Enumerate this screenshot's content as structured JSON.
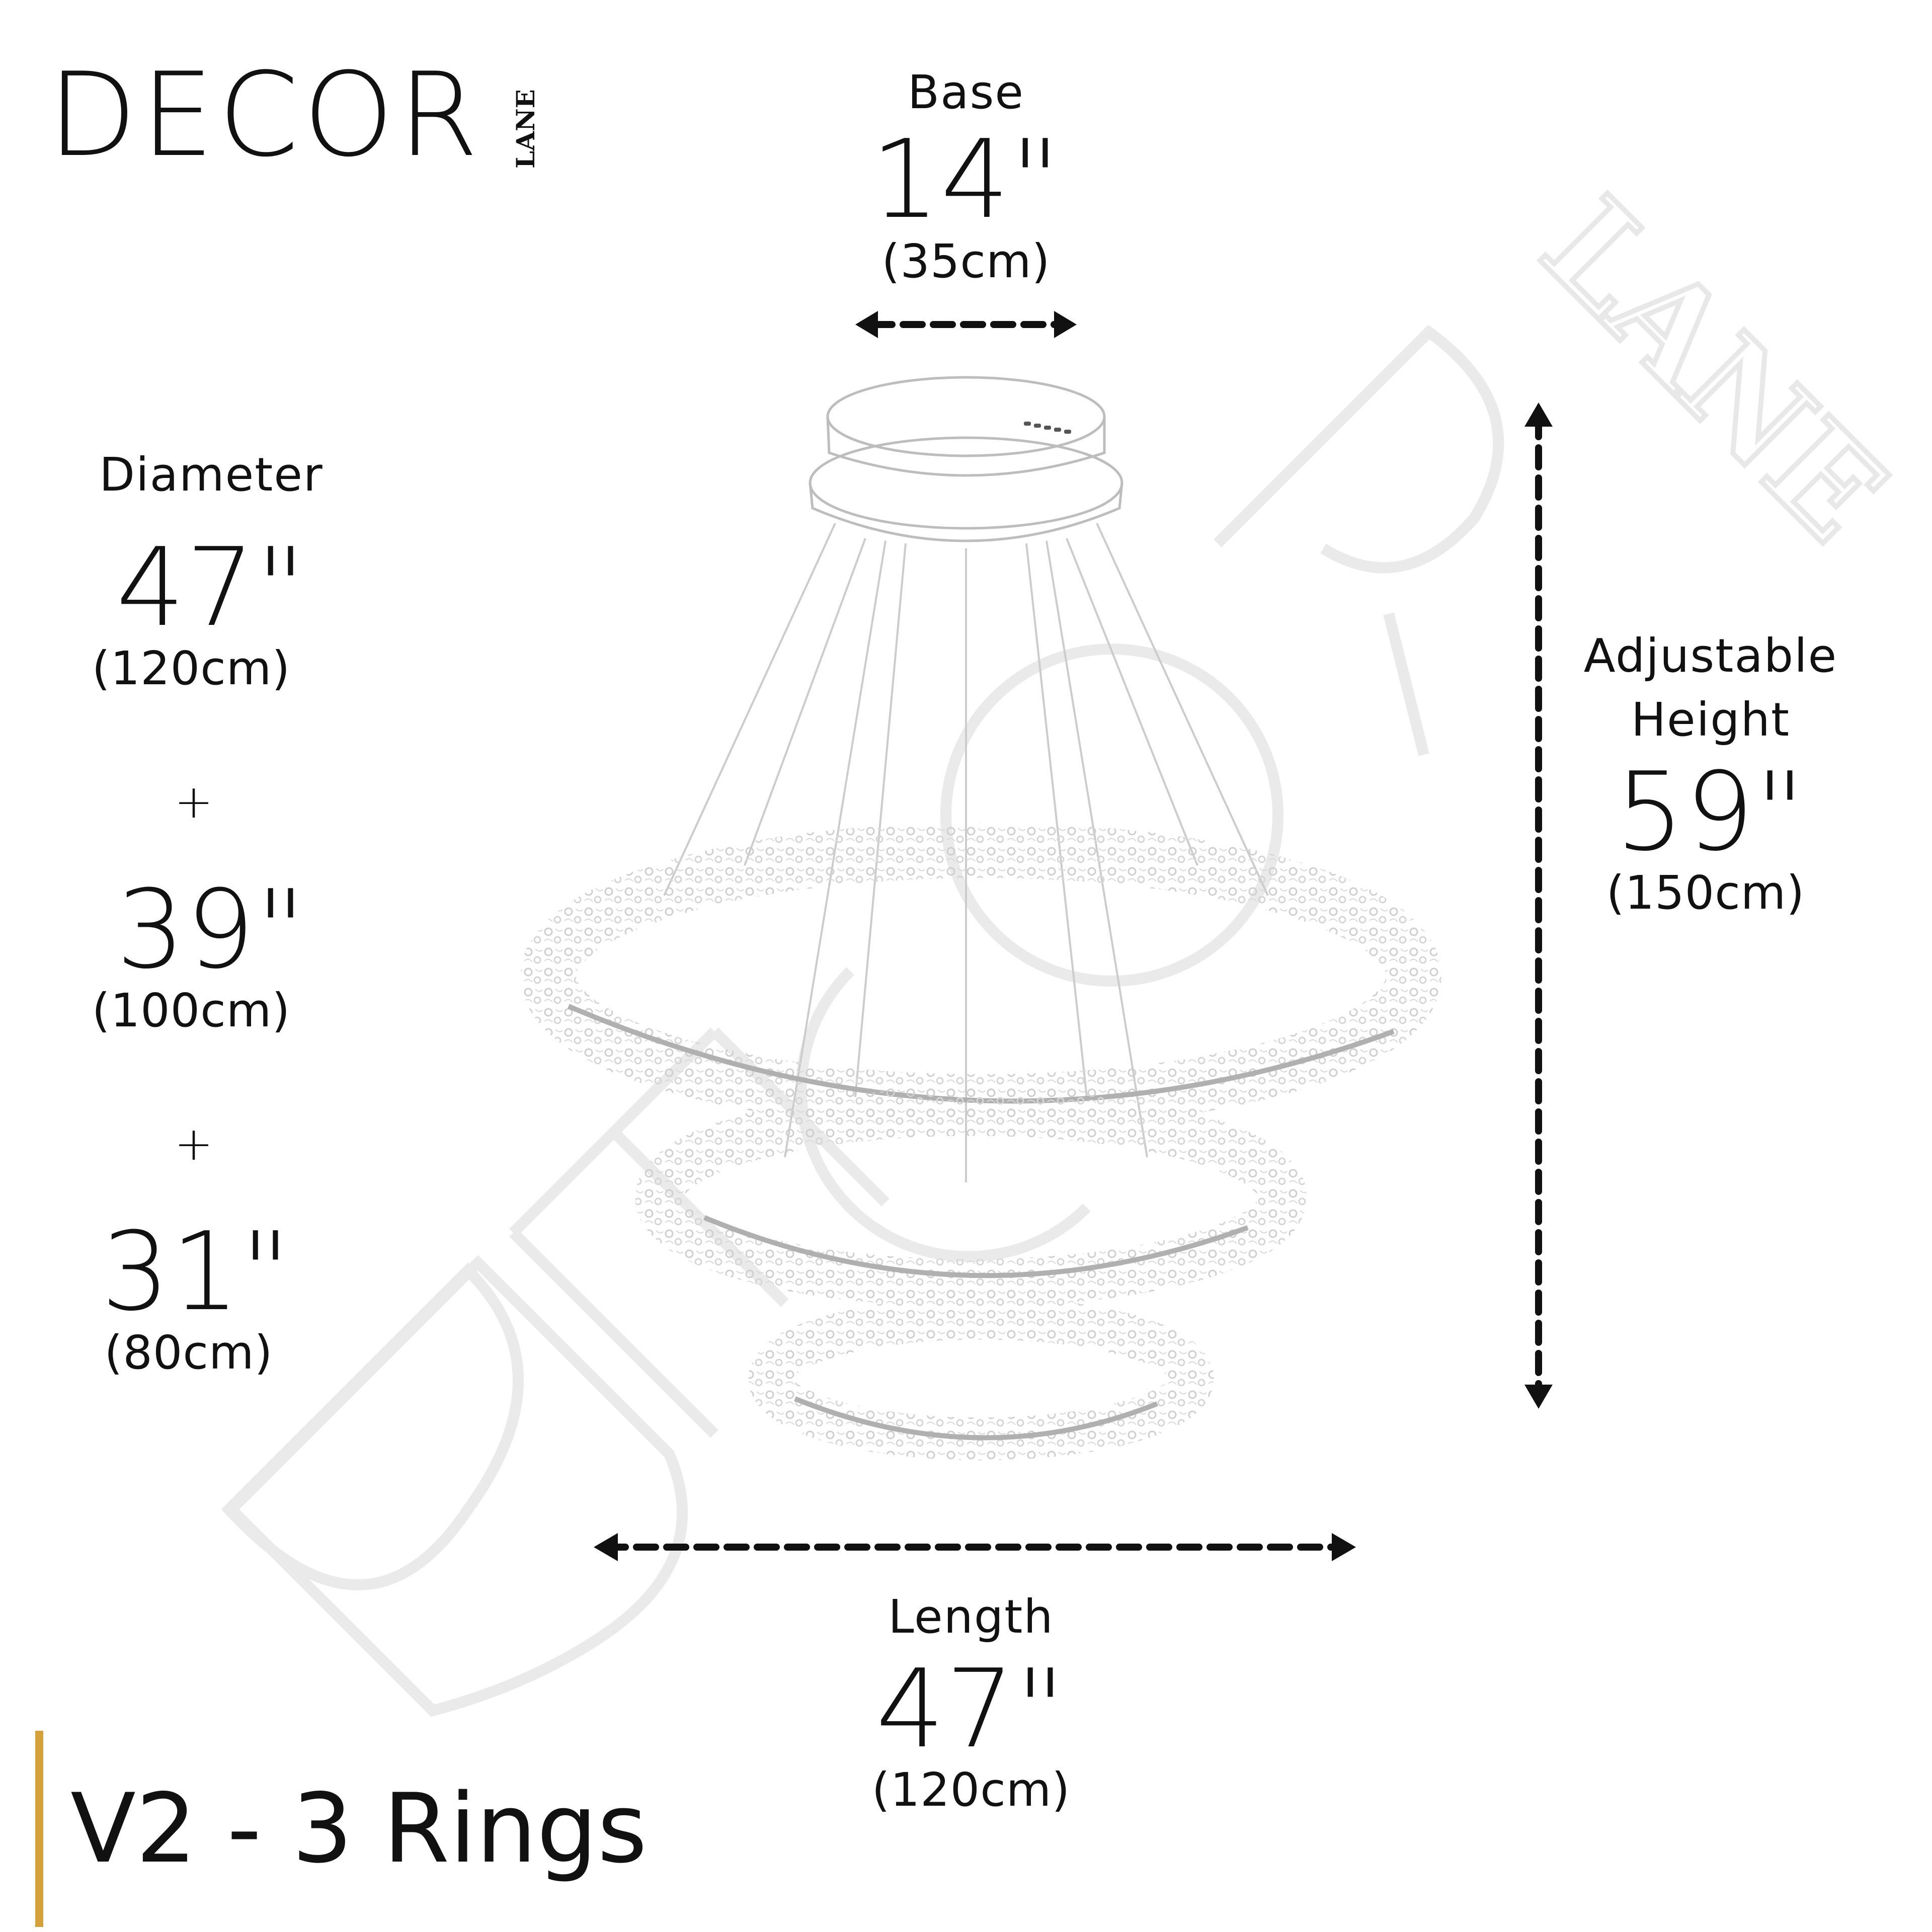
{
  "brand": {
    "main": "DECOR",
    "side": "LANE"
  },
  "watermark": {
    "text": "DECOR",
    "side": "LANE"
  },
  "base": {
    "label": "Base",
    "inches": "14\"",
    "cm": "(35cm)"
  },
  "diameter": {
    "label": "Diameter",
    "rings": [
      {
        "inches": "47\"",
        "cm": "(120cm)"
      },
      {
        "inches": "39\"",
        "cm": "(100cm)"
      },
      {
        "inches": "31\"",
        "cm": "(80cm)"
      }
    ],
    "separator": "+"
  },
  "height": {
    "label_line1": "Adjustable",
    "label_line2": "Height",
    "inches": "59\"",
    "cm": "(150cm)"
  },
  "length": {
    "label": "Length",
    "inches": "47\"",
    "cm": "(120cm)"
  },
  "title": "V2 - 3 Rings",
  "colors": {
    "accent": "#d4a13a",
    "text": "#111111",
    "watermark": "#ececec"
  }
}
